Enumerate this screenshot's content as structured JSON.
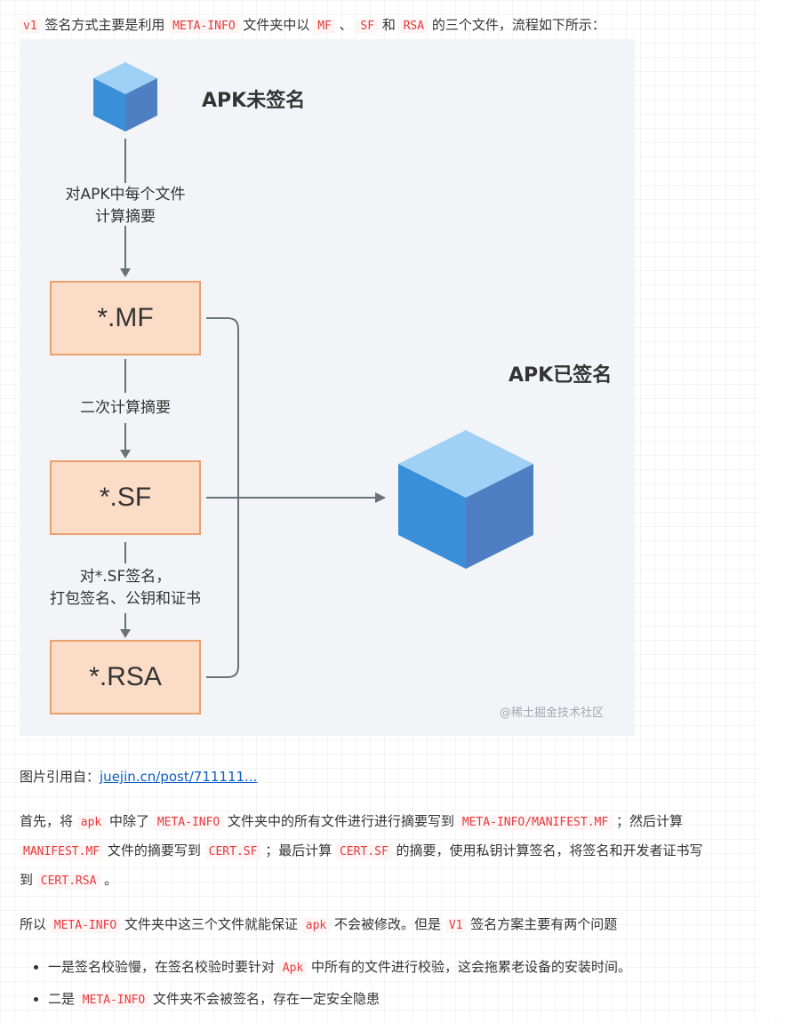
{
  "intro": {
    "t1": "v1",
    "t2": " 签名方式主要是利用 ",
    "t3": "META-INFO",
    "t4": " 文件夹中以 ",
    "t5": "MF",
    "t6": " 、 ",
    "t7": "SF",
    "t8": " 和 ",
    "t9": "RSA",
    "t10": " 的三个文件，流程如下所示："
  },
  "figure": {
    "title_unsigned": "APK未签名",
    "title_signed": "APK已签名",
    "label1_line1": "对APK中每个文件",
    "label1_line2": "计算摘要",
    "label2": "二次计算摘要",
    "label3_line1": "对*.SF签名，",
    "label3_line2": "打包签名、公钥和证书",
    "box_mf": "*.MF",
    "box_sf": "*.SF",
    "box_rsa": "*.RSA",
    "watermark": "@稀土掘金技术社区",
    "colors": {
      "box_fill": "#fbdcc6",
      "box_border": "#e9a06f",
      "cube_front": "#3a8fd9",
      "cube_top": "#9fd0f5",
      "cube_side": "#4d7fc2"
    }
  },
  "citation": {
    "prefix": "图片引用自：",
    "link": "juejin.cn/post/711111..."
  },
  "para1": {
    "l1_a": "首先，将 ",
    "l1_b": "apk",
    "l1_c": " 中除了 ",
    "l1_d": "META-INFO",
    "l1_e": " 文件夹中的所有文件进行进行摘要写到 ",
    "l1_f": "META-INFO/MANIFEST.MF",
    "l1_g": " ；然后计算",
    "l2_a": "MANIFEST.MF",
    "l2_b": " 文件的摘要写到 ",
    "l2_c": "CERT.SF",
    "l2_d": " ；最后计算 ",
    "l2_e": "CERT.SF",
    "l2_f": " 的摘要，使用私钥计算签名，将签名和开发者证书写",
    "l3_a": "到 ",
    "l3_b": "CERT.RSA",
    "l3_c": " 。"
  },
  "para2": {
    "a": "所以 ",
    "b": "META-INFO",
    "c": " 文件夹中这三个文件就能保证 ",
    "d": "apk",
    "e": " 不会被修改。但是 ",
    "f": "V1",
    "g": " 签名方案主要有两个问题"
  },
  "bullets": {
    "b1_a": "一是签名校验慢，在签名校验时要针对 ",
    "b1_b": "Apk",
    "b1_c": " 中所有的文件进行校验，这会拖累老设备的安装时间。",
    "b2_a": "二是 ",
    "b2_b": "META-INFO",
    "b2_c": " 文件夹不会被签名，存在一定安全隐患"
  }
}
